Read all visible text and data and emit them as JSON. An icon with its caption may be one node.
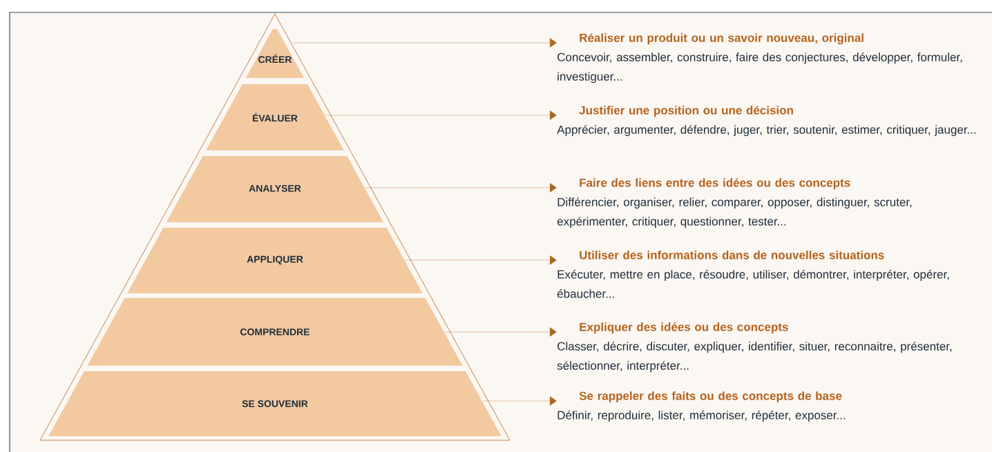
{
  "diagram": {
    "nodes": [
      {
        "text": [
          "CRÉER"
        ]
      },
      {
        "text": [
          "ÉVALUER"
        ]
      },
      {
        "text": [
          "ANALYSER"
        ]
      },
      {
        "text": [
          "APPLIQUER"
        ]
      },
      {
        "text": [
          "COMPRENDRE"
        ]
      },
      {
        "text": [
          "SE SOUVENIR"
        ]
      },
      {
        "text": [
          "Réaliser un produit ou un savoir nouveau, original",
          "Concevoir, assembler, construire, faire des conjectures, développer, formuler, investiguer..."
        ]
      },
      {
        "text": [
          "Justifier une position ou une décision",
          "Apprécier, argumenter, défendre, juger, trier, soutenir, estimer, critiquer, jauger..."
        ]
      },
      {
        "text": [
          "Faire des liens entre des idées ou des concepts",
          "Différencier, organiser, relier, comparer, opposer, distinguer, scruter, expérimenter, critiquer, questionner, tester..."
        ]
      },
      {
        "text": [
          "Utiliser des informations dans de nouvelles situations",
          "Exécuter, mettre en place, résoudre, utiliser, démontrer, interpréter, opérer, ébaucher..."
        ]
      },
      {
        "text": [
          "Expliquer des idées ou des concepts",
          "Classer, décrire, discuter, expliquer, identifier, situer, reconnaitre, présenter, sélectionner, interpréter..."
        ]
      },
      {
        "text": [
          "Se rappeler des faits ou des concepts de base",
          "Définir, reproduire, lister, mémoriser, répéter, exposer..."
        ]
      }
    ],
    "edges": [
      {
        "from": 0,
        "to": 6,
        "arrow": "to",
        "style": "dashed"
      },
      {
        "from": 1,
        "to": 7,
        "arrow": "to",
        "style": "dashed"
      },
      {
        "from": 2,
        "to": 8,
        "arrow": "to",
        "style": "dashed"
      },
      {
        "from": 3,
        "to": 9,
        "arrow": "to",
        "style": "dashed"
      },
      {
        "from": 4,
        "to": 10,
        "arrow": "to",
        "style": "dashed"
      },
      {
        "from": 5,
        "to": 11,
        "arrow": "to",
        "style": "dashed"
      }
    ]
  }
}
